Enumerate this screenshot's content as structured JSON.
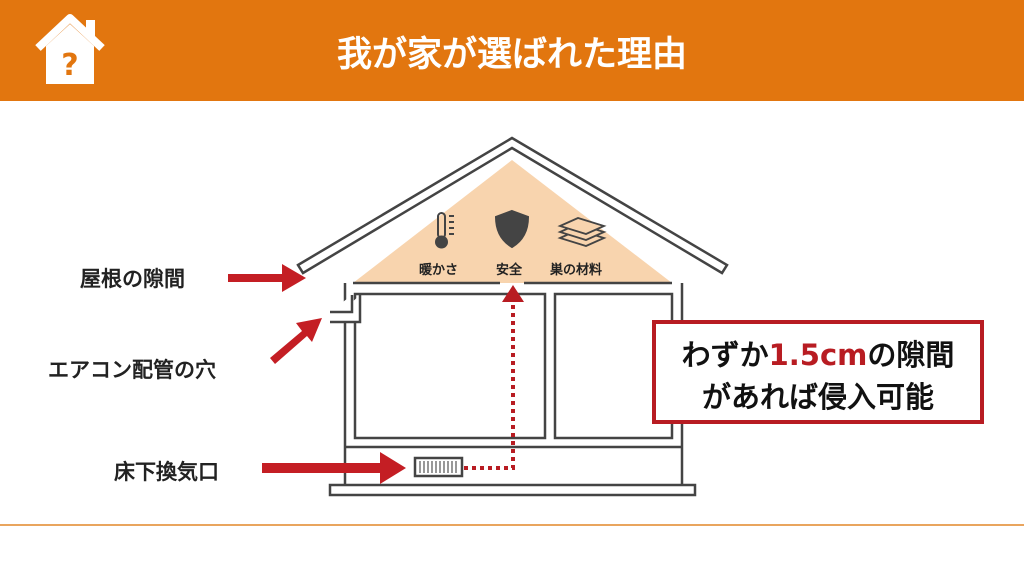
{
  "header": {
    "title": "我が家が選ばれた理由",
    "icon": "house-question-icon"
  },
  "attic_items": [
    {
      "icon": "thermometer-icon",
      "label": "暖かさ"
    },
    {
      "icon": "shield-icon",
      "label": "安全"
    },
    {
      "icon": "layers-icon",
      "label": "巣の材料"
    }
  ],
  "entry_points": {
    "roof": "屋根の隙間",
    "aircon": "エアコン配管の穴",
    "vent": "床下換気口"
  },
  "callout": {
    "line1_pre": "わずか",
    "line1_highlight": "1.5cm",
    "line1_post": "の隙間",
    "line2": "があれば侵入可能"
  },
  "colors": {
    "header": "#E2760F",
    "accent": "#B81C22",
    "attic": "#F8D4AE"
  }
}
